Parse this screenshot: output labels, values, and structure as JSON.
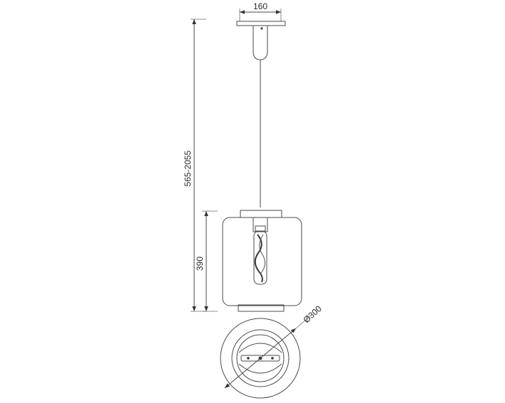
{
  "dimensions": {
    "canopy_width": "160",
    "total_height": "565-2055",
    "shade_height": "390",
    "diameter": "Ø300"
  },
  "colors": {
    "line": "#4a4a4a",
    "glass": "#f4f4f4",
    "filament": "#3a3a3a"
  }
}
